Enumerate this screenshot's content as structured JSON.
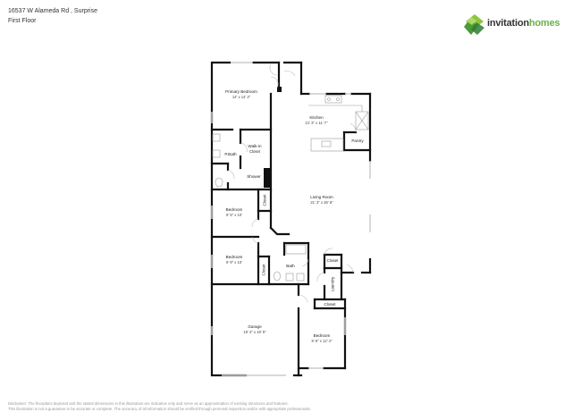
{
  "header": {
    "address": "16537 W Alameda Rd , Surprise",
    "floor": "First Floor"
  },
  "logo": {
    "brand_first": "invitation",
    "brand_second": "homes",
    "brand_color": "#6ab04c"
  },
  "rooms": [
    {
      "name": "Primary Bedroom",
      "dims": "14' x 14' 2\""
    },
    {
      "name": "Kitchen",
      "dims": "21' 3\" x 11' 7\""
    },
    {
      "name": "Pantry",
      "dims": ""
    },
    {
      "name": "P.Bath",
      "dims": ""
    },
    {
      "name": "Walk-in Closet",
      "dims": ""
    },
    {
      "name": "Shower",
      "dims": ""
    },
    {
      "name": "Living Room",
      "dims": "21' 3\" x 26' 8\""
    },
    {
      "name": "Bedroom",
      "dims": "9' 5\" x 10'"
    },
    {
      "name": "Bedroom",
      "dims": "9' 9\" x 10'"
    },
    {
      "name": "Bath",
      "dims": ""
    },
    {
      "name": "Closet",
      "dims": ""
    },
    {
      "name": "Closet",
      "dims": ""
    },
    {
      "name": "Closet",
      "dims": ""
    },
    {
      "name": "Laundry",
      "dims": ""
    },
    {
      "name": "Closet",
      "dims": ""
    },
    {
      "name": "Garage",
      "dims": "19' 4\" x 19' 5\""
    },
    {
      "name": "Bedroom",
      "dims": "9' 9\" x 12' 4\""
    }
  ],
  "labels": {
    "walkin_line1": "Walk-in",
    "walkin_line2": "Closet"
  },
  "disclaimer": {
    "line1": "Disclaimer: The floorplans depicted and the stated dimensions in this illustration are indicative only and serve as an approximation of existing structures and features.",
    "line2": "This illustration is not a guarantee to be accurate or complete. The accuracy of all information should be verified through personal inspection and/or with appropriate professionals."
  },
  "colors": {
    "wall": "#111111",
    "window": "#cccccc",
    "text": "#333333"
  }
}
